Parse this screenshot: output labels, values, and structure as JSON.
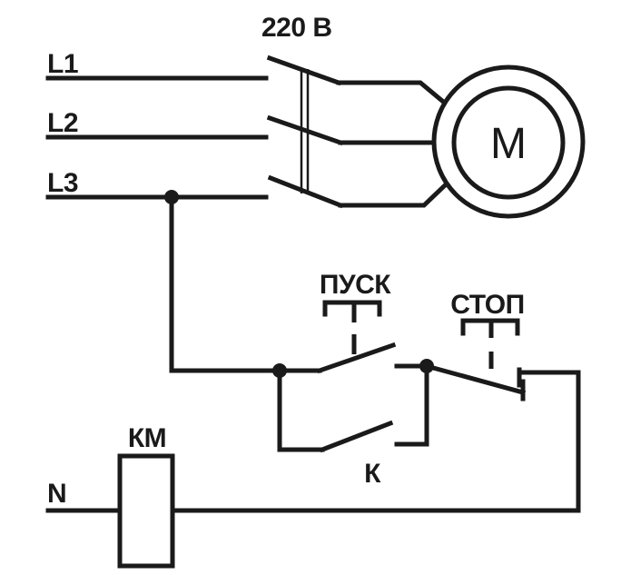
{
  "colors": {
    "line": "#1a1a1a",
    "background": "#ffffff"
  },
  "power_circuit": {
    "voltage_label": "220 В",
    "phases": [
      {
        "label": "L1"
      },
      {
        "label": "L2"
      },
      {
        "label": "L3"
      }
    ],
    "motor_label": "М"
  },
  "control_circuit": {
    "start_button_label": "ПУСК",
    "stop_button_label": "СТОП",
    "aux_contact_label": "К",
    "coil_label": "КМ",
    "neutral_label": "N"
  }
}
